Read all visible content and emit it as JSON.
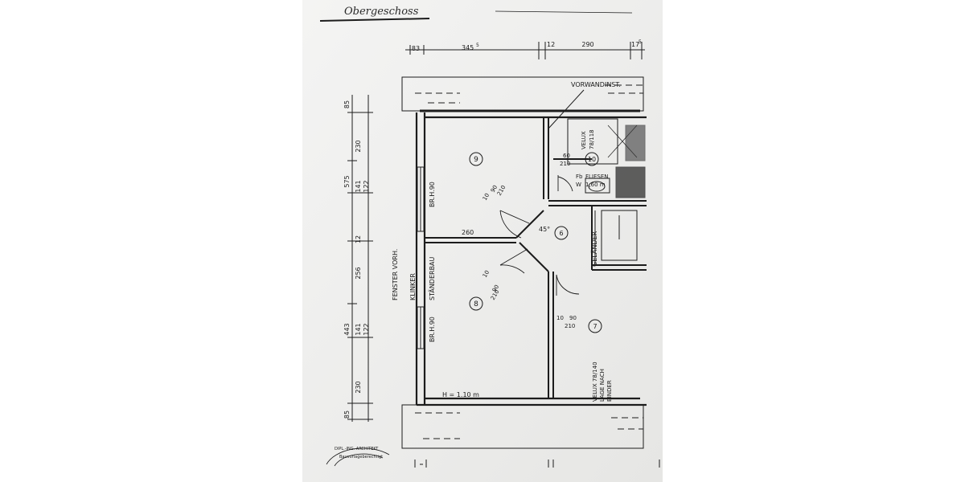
{
  "sheet": {
    "handwritten_title": "Obergeschoss"
  },
  "top_dimensions": [
    "83",
    "345",
    "5",
    "12",
    "290",
    "17",
    "5"
  ],
  "left_dimensions": [
    "85",
    "230",
    "141",
    "122",
    "575",
    "12",
    "256",
    "141",
    "122",
    "443",
    "230",
    "85"
  ],
  "rooms": [
    {
      "number": "9",
      "door_label_a": "10",
      "door_label_b": "90",
      "door_label_c": "210",
      "wall_label": "BR.H.90"
    },
    {
      "number": "10",
      "door_label_a": "60",
      "door_label_b": "210",
      "fliesen": "FLIESEN",
      "fl_prefix": "Fb",
      "w_prefix": "W",
      "w_value": "1,60 m",
      "velux": "VELUX",
      "velux_size": "78/118"
    },
    {
      "number": "6",
      "railing": "GELÄNDER",
      "angle": "45°"
    },
    {
      "number": "8",
      "door_label_a": "10",
      "door_label_b": "90",
      "door_label_c": "210",
      "wall_label": "BR.H.90"
    },
    {
      "number": "7",
      "door_label_a": "10",
      "door_label_b": "90",
      "door_label_c": "210"
    }
  ],
  "annotations": {
    "vorwandinst": "VORWANDINST.",
    "wall_260": "260",
    "fenster": "FENSTER VORH.",
    "klinker": "KLINKER",
    "staenderbau": "STÄNDERBAU",
    "height_note": "H = 1.10 m",
    "velux_bottom_1": "VELUX 78/140",
    "velux_bottom_2": "LAGE NACH",
    "velux_bottom_3": "BINDER"
  },
  "stamp": {
    "line1": "DIPL.-ING. ARCHITEKT",
    "line2": "Bauvorlageberechtigt"
  }
}
